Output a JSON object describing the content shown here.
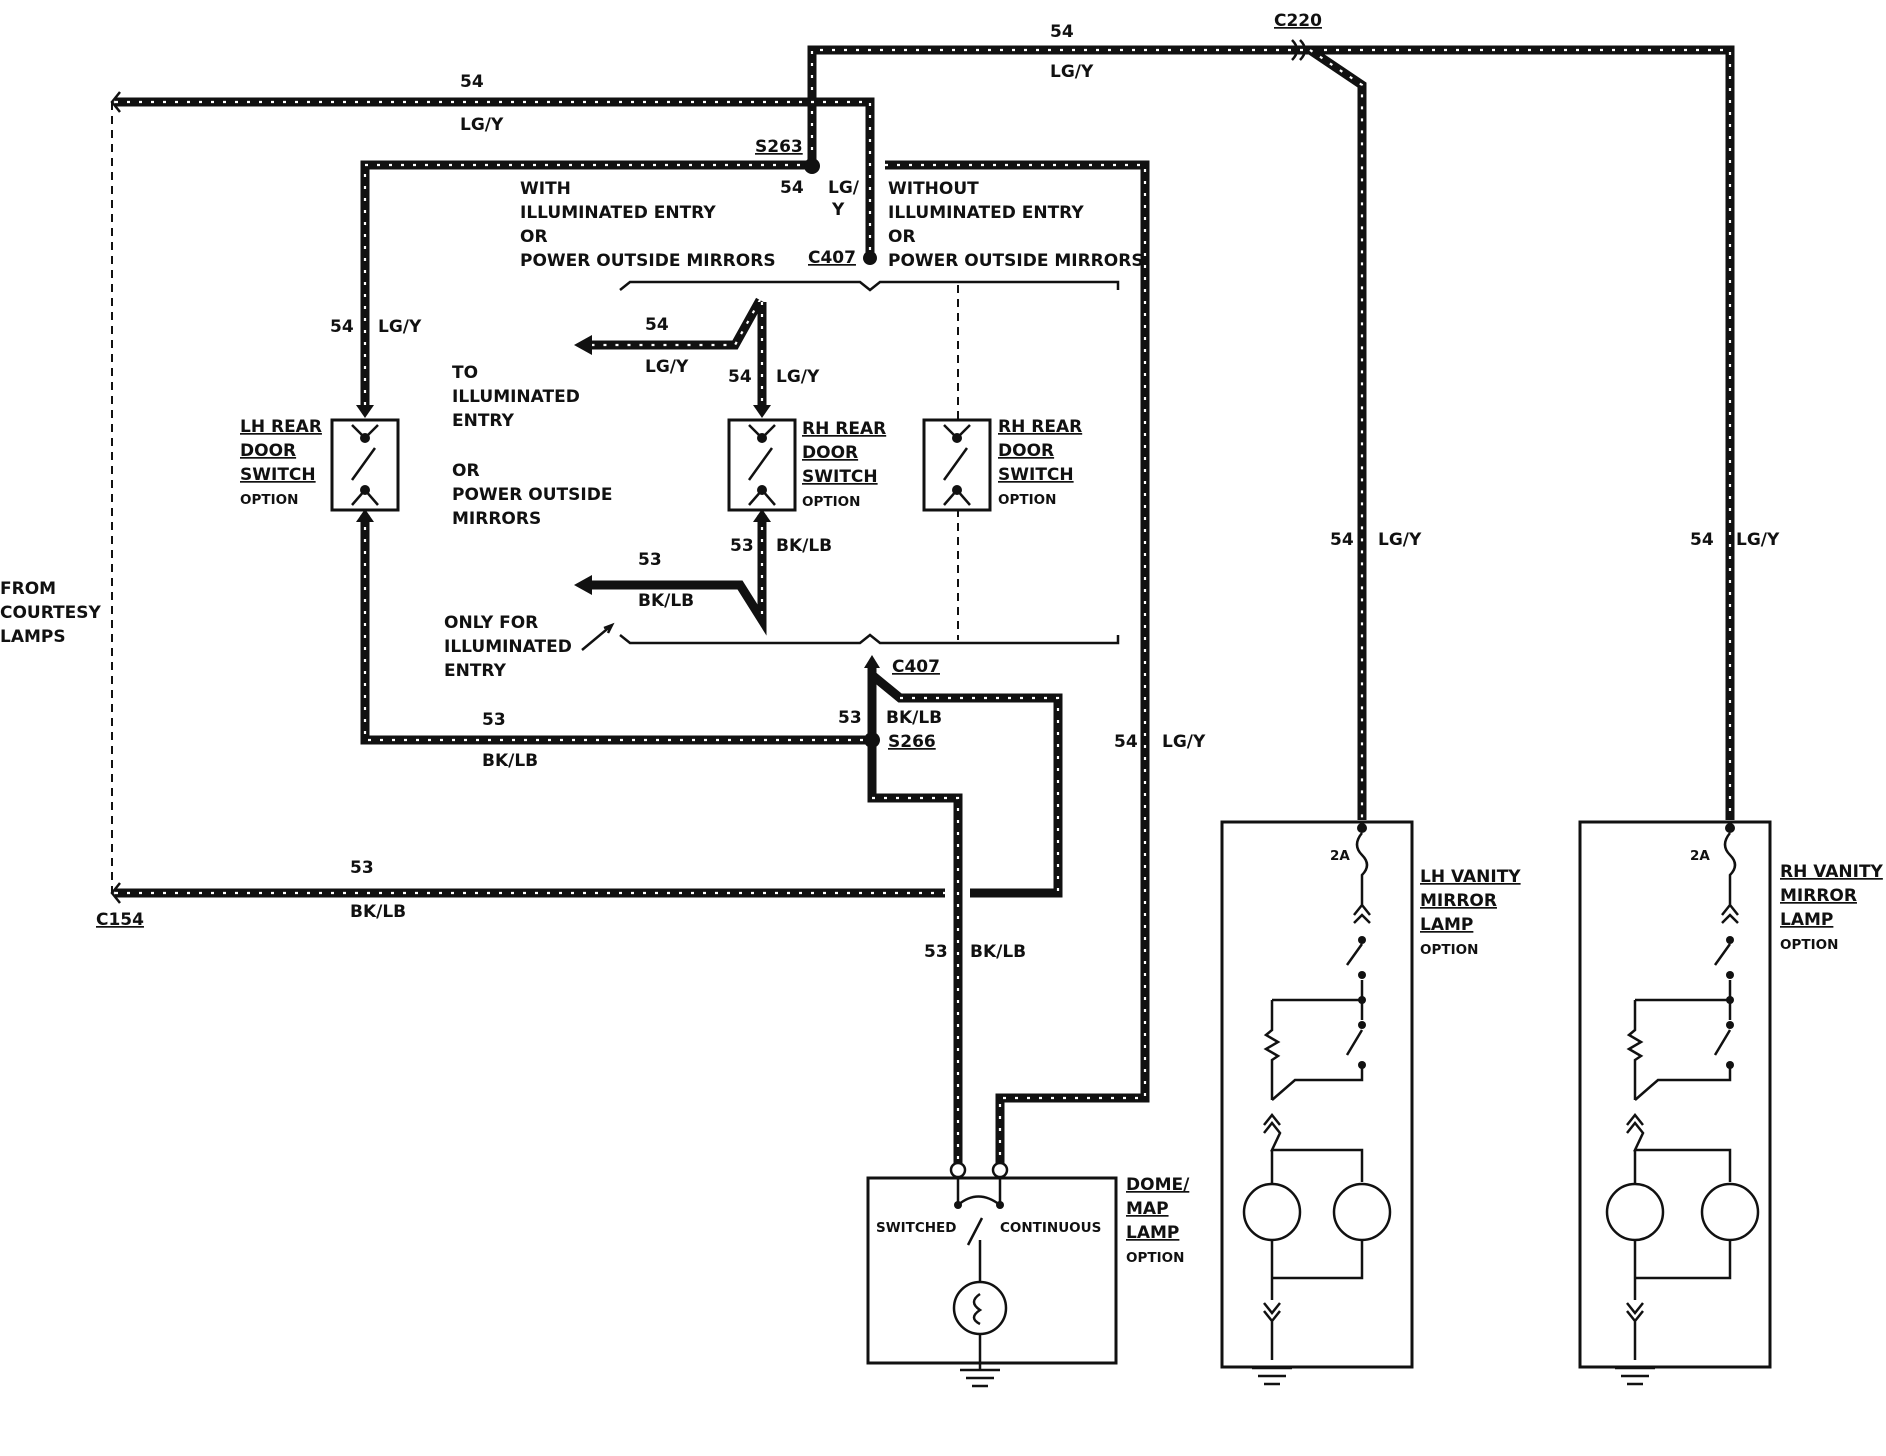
{
  "wires": {
    "circuit_54": "54",
    "circuit_53": "53",
    "color_54": "LG/Y",
    "color_53": "BK/LB",
    "color_54_split_a": "LG/",
    "color_54_split_b": "Y"
  },
  "connectors": {
    "c220": "C220",
    "s263": "S263",
    "c407": "C407",
    "s266": "S266",
    "c154": "C154"
  },
  "notes": {
    "with_l1": "WITH",
    "with_l2": "ILLUMINATED ENTRY",
    "with_l3": "OR",
    "with_l4": "POWER OUTSIDE MIRRORS",
    "without_l1": "WITHOUT",
    "without_l2": "ILLUMINATED ENTRY",
    "without_l3": "OR",
    "without_l4": "POWER OUTSIDE MIRRORS",
    "to_l1": "TO",
    "to_l2": "ILLUMINATED",
    "to_l3": "ENTRY",
    "to_l4": "OR",
    "to_l5": "POWER OUTSIDE",
    "to_l6": "MIRRORS",
    "only_l1": "ONLY FOR",
    "only_l2": "ILLUMINATED",
    "only_l3": "ENTRY",
    "from_l1": "FROM",
    "from_l2": "COURTESY",
    "from_l3": "LAMPS"
  },
  "components": {
    "lh_door": [
      "LH REAR",
      "DOOR",
      "SWITCH",
      "OPTION"
    ],
    "rh_door_a": [
      "RH REAR",
      "DOOR",
      "SWITCH",
      "OPTION"
    ],
    "rh_door_b": [
      "RH REAR",
      "DOOR",
      "SWITCH",
      "OPTION"
    ],
    "dome": [
      "DOME/",
      "MAP",
      "LAMP",
      "OPTION"
    ],
    "dome_switched": "SWITCHED",
    "dome_continuous": "CONTINUOUS",
    "lh_vanity": [
      "LH VANITY",
      "MIRROR",
      "LAMP",
      "OPTION"
    ],
    "rh_vanity": [
      "RH VANITY",
      "MIRROR",
      "LAMP",
      "OPTION"
    ],
    "fuse": "2A"
  }
}
